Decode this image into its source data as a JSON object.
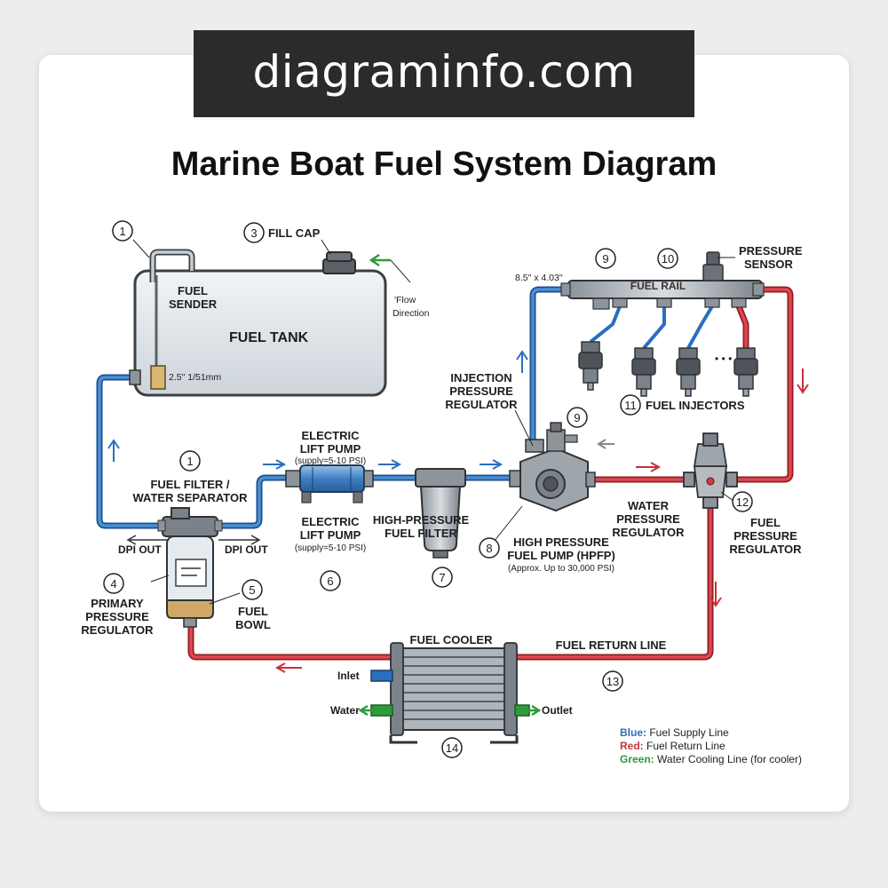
{
  "banner": {
    "text": "diagraminfo.com"
  },
  "title": "Marine Boat Fuel System Diagram",
  "components": {
    "fuel_tank": "FUEL TANK",
    "fuel_sender": [
      "FUEL",
      "SENDER"
    ],
    "fill_cap": "FILL CAP",
    "flow_direction": [
      "'Flow",
      "Direction"
    ],
    "tank_dim": "2.5\" 1/51mm",
    "filter_water_sep": [
      "FUEL FILTER /",
      "WATER SEPARATOR"
    ],
    "dpi_out_left": "DPI OUT",
    "dpi_out_right": "DPI OUT",
    "primary_reg": [
      "PRIMARY",
      "PRESSURE",
      "REGULATOR"
    ],
    "fuel_bowl": [
      "FUEL",
      "BOWL"
    ],
    "lift_pump_top": [
      "ELECTRIC",
      "LIFT PUMP",
      "(supply=5-10 PSI)"
    ],
    "lift_pump_bottom": [
      "ELECTRIC",
      "LIFT PUMP",
      "(supply=5-10 PSI)"
    ],
    "hp_filter": [
      "HIGH-PRESSURE",
      "FUEL FILTER"
    ],
    "injection_reg": [
      "INJECTION",
      "PRESSURE",
      "REGULATOR"
    ],
    "hpfp": [
      "HIGH PRESSURE",
      "FUEL PUMP (HPFP)",
      "(Approx. Up to 30,000 PSI)"
    ],
    "water_reg": [
      "WATER",
      "PRESSURE",
      "REGULATOR"
    ],
    "fuel_pressure_reg": [
      "FUEL",
      "PRESSURE",
      "REGULATOR"
    ],
    "fuel_rail": "FUEL RAIL",
    "rail_dim": "8.5\" x 4.03\"",
    "pressure_sensor": [
      "PRESSURE",
      "SENSOR"
    ],
    "fuel_injectors": "FUEL INJECTORS",
    "injector_dots": "• • •",
    "fuel_cooler": "FUEL COOLER",
    "fuel_return_line": "FUEL RETURN LINE",
    "inlet": "Inlet",
    "water": "Water",
    "outlet": "Outlet"
  },
  "numbers": {
    "n1a": "1",
    "n3": "3",
    "n9a": "9",
    "n10": "10",
    "n9b": "9",
    "n11": "11",
    "n1b": "1",
    "n4": "4",
    "n5": "5",
    "n6": "6",
    "n7": "7",
    "n8": "8",
    "n12": "12",
    "n13": "13",
    "n14": "14"
  },
  "legend": [
    {
      "key": "Blue:",
      "text": " Fuel Supply Line",
      "color": "#2a6fbf"
    },
    {
      "key": "Red:",
      "text": " Fuel Return Line",
      "color": "#c8323a"
    },
    {
      "key": "Green:",
      "text": " Water Cooling Line (for cooler)",
      "color": "#2e9a3c"
    }
  ],
  "colors": {
    "supply": "#2a6fbf",
    "return": "#c8323a",
    "water": "#2e9a3c"
  }
}
